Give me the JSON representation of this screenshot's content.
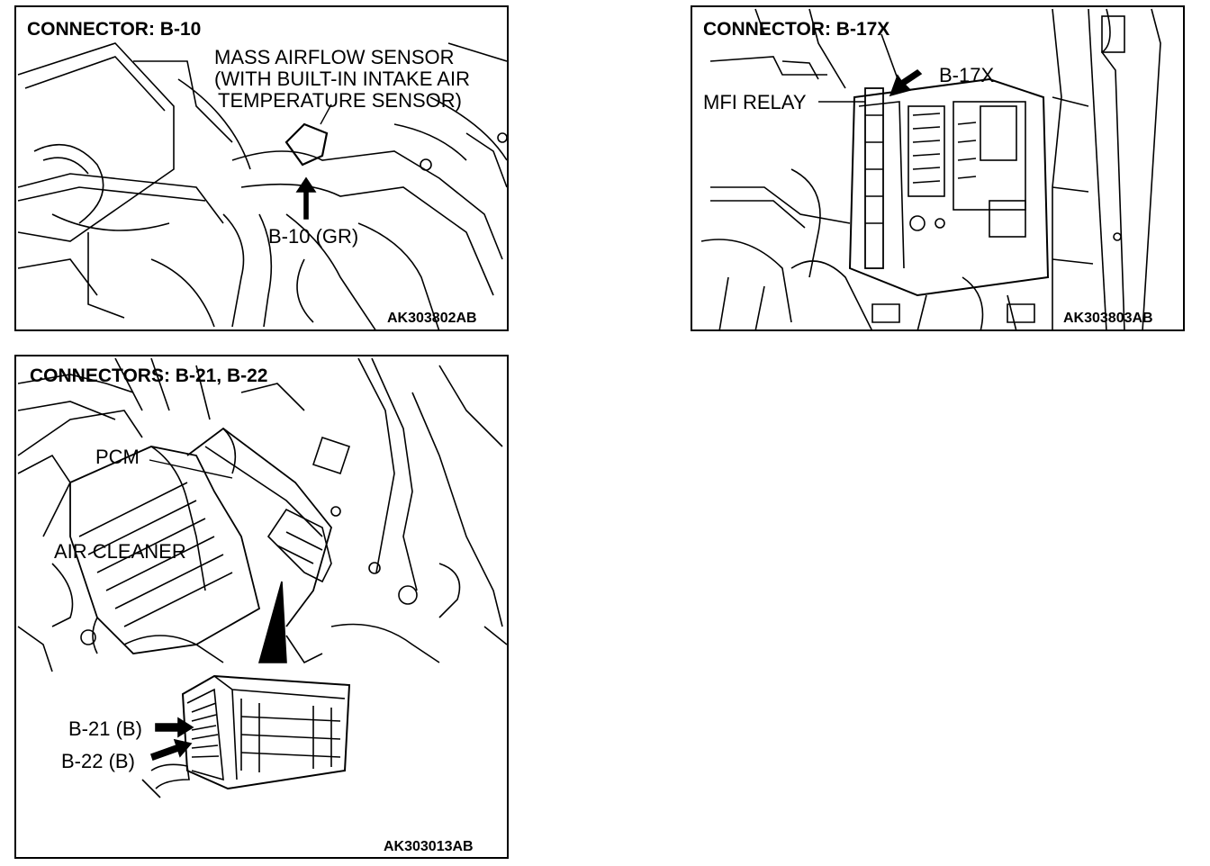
{
  "panels": [
    {
      "title": "CONNECTOR: B-10",
      "labels": [
        "MASS AIRFLOW SENSOR",
        "(WITH BUILT-IN INTAKE AIR",
        "TEMPERATURE SENSOR)",
        "B-10 (GR)"
      ],
      "code": "AK303802AB"
    },
    {
      "title": "CONNECTOR: B-17X",
      "labels": [
        "B-17X",
        "MFI RELAY"
      ],
      "code": "AK303803AB"
    },
    {
      "title": "CONNECTORS: B-21, B-22",
      "labels": [
        "PCM",
        "AIR CLEANER",
        "B-21 (B)",
        "B-22 (B)"
      ],
      "code": "AK303013AB"
    }
  ]
}
